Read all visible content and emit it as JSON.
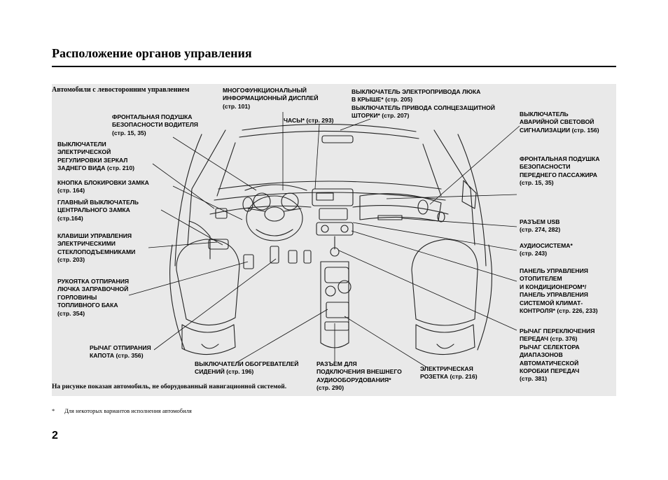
{
  "page": {
    "title": "Расположение органов управления",
    "subtitle": "Автомобили с левосторонним управлением",
    "note": "На рисунке показан автомобиль, не оборудованный навигационной системой.",
    "footnote_mark": "*",
    "footnote": "Для некоторых вариантов исполнения автомобиля",
    "page_number": "2"
  },
  "labels": {
    "multi_display": "МНОГОФУНКЦИОНАЛЬНЫЙ\nИНФОРМАЦИОННЫЙ ДИСПЛЕЙ\n(стр. 101)",
    "sunroof": "ВЫКЛЮЧАТЕЛЬ ЭЛЕКТРОПРИВОДА ЛЮКА\nВ КРЫШЕ* (стр. 205)\nВЫКЛЮЧАТЕЛЬ ПРИВОДА СОЛНЦЕЗАЩИТНОЙ\nШТОРКИ* (стр. 207)",
    "clock": "ЧАСЫ* (стр. 293)",
    "driver_airbag": "ФРОНТАЛЬНАЯ ПОДУШКА\nБЕЗОПАСНОСТИ ВОДИТЕЛЯ\n(стр. 15, 35)",
    "hazard": "ВЫКЛЮЧАТЕЛЬ\nАВАРИЙНОЙ СВЕТОВОЙ\nСИГНАЛИЗАЦИИ (стр. 156)",
    "mirrors": "ВЫКЛЮЧАТЕЛИ\nЭЛЕКТРИЧЕСКОЙ\nРЕГУЛИРОВКИ ЗЕРКАЛ\nЗАДНЕГО ВИДА (стр. 210)",
    "passenger_airbag": "ФРОНТАЛЬНАЯ ПОДУШКА\nБЕЗОПАСНОСТИ\nПЕРЕДНЕГО ПАССАЖИРА\n(стр. 15, 35)",
    "lock_button": "КНОПКА БЛОКИРОВКИ ЗАМКА\n(стр. 164)",
    "master_lock": "ГЛАВНЫЙ ВЫКЛЮЧАТЕЛЬ\nЦЕНТРАЛЬНОГО ЗАМКА\n(стр.164)",
    "usb": "РАЗЪЕМ USB\n(стр. 274, 282)",
    "windows": "КЛАВИШИ УПРАВЛЕНИЯ\nЭЛЕКТРИЧЕСКИМИ\nСТЕКЛОПОДЪЕМНИКАМИ\n(стр. 203)",
    "audio": "АУДИОСИСТЕМА*\n(стр. 243)",
    "climate": "ПАНЕЛЬ УПРАВЛЕНИЯ\nОТОПИТЕЛЕМ\nИ КОНДИЦИОНЕРОМ*/\nПАНЕЛЬ УПРАВЛЕНИЯ\nСИСТЕМОЙ КЛИМАТ-\nКОНТРОЛЯ* (стр. 226, 233)",
    "fuel_door": "РУКОЯТКА ОТПИРАНИЯ\nЛЮЧКА ЗАПРАВОЧНОЙ\nГОРЛОВИНЫ\nТОПЛИВНОГО БАКА\n(стр. 354)",
    "shift_lever": "РЫЧАГ ПЕРЕКЛЮЧЕНИЯ\nПЕРЕДАЧ (стр. 376)\nРЫЧАГ СЕЛЕКТОРА\nДИАПАЗОНОВ\nАВТОМАТИЧЕСКОЙ\nКОРОБКИ ПЕРЕДАЧ\n(стр. 381)",
    "hood": "РЫЧАГ ОТПИРАНИЯ\nКАПОТА (стр. 356)",
    "seat_heaters": "ВЫКЛЮЧАТЕЛИ ОБОГРЕВАТЕЛЕЙ\nСИДЕНИЙ (стр. 196)",
    "aux": "РАЗЪЕМ ДЛЯ\nПОДКЛЮЧЕНИЯ ВНЕШНЕГО\nАУДИООБОРУДОВАНИЯ*\n(стр. 290)",
    "socket": "ЭЛЕКТРИЧЕСКАЯ\nРОЗЕТКА (стр. 216)"
  }
}
